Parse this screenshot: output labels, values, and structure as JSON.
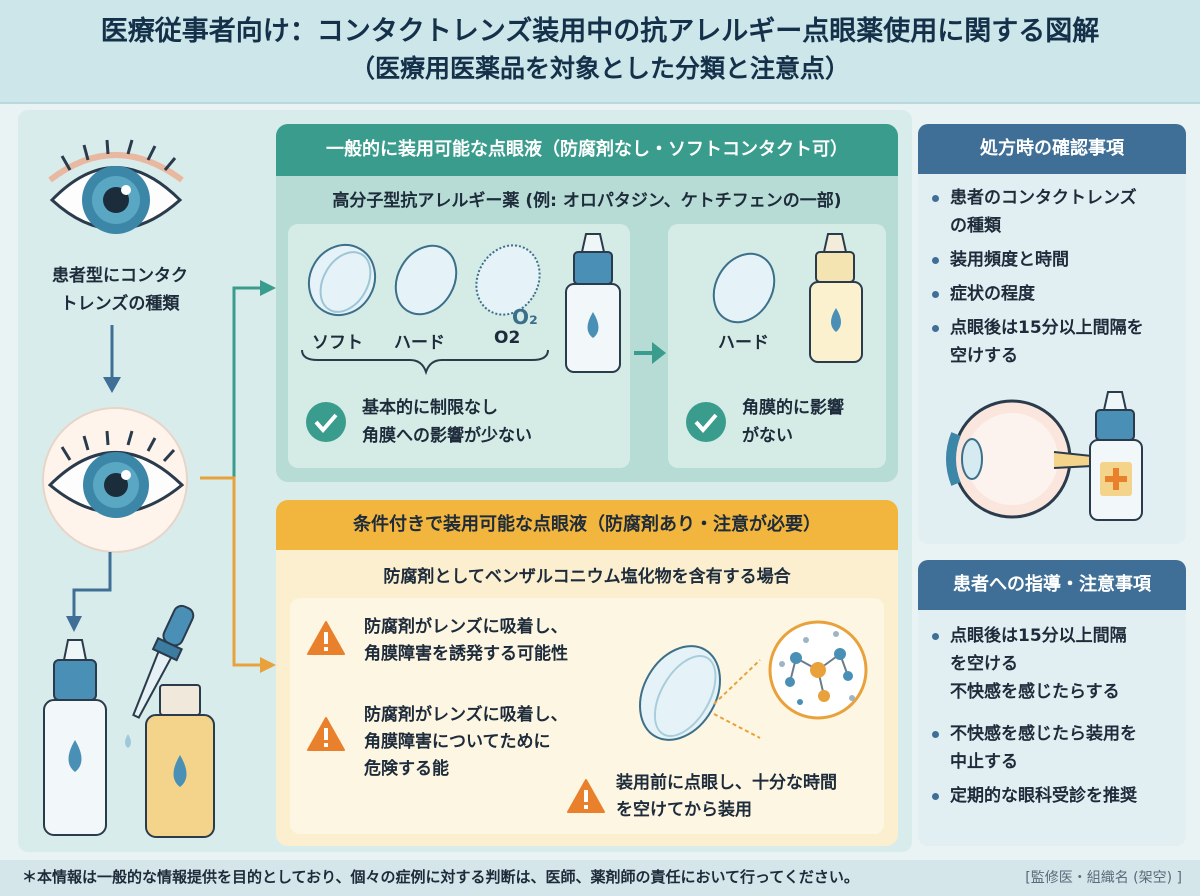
{
  "header": {
    "title": "医療従事者向け：コンタクトレンズ装用中の抗アレルギー点眼薬使用に関する図解",
    "subtitle": "（医療用医薬品を対象とした分類と注意点）"
  },
  "left": {
    "label_line1": "患者型にコンタク",
    "label_line2": "トレンズの種類"
  },
  "green_section": {
    "title": "一般的に装用可能な点眼液（防腐剤なし・ソフトコンタクト可）",
    "subtitle": "高分子型抗アレルギー薬 (例: オロパタジン、ケトチフェンの一部)",
    "lens_soft": "ソフト",
    "lens_hard": "ハード",
    "lens_o2": "O2",
    "o2_mark": "O₂",
    "check1_line1": "基本的に制限なし",
    "check1_line2": "角膜への影響が少ない",
    "lens_hard2": "ハード",
    "check2_line1": "角膜的に影響",
    "check2_line2": "がない"
  },
  "orange_section": {
    "title": "条件付きで装用可能な点眼液（防腐剤あり・注意が必要）",
    "subtitle": "防腐剤としてベンザルコニウム塩化物を含有する場合",
    "warn1_line1": "防腐剤がレンズに吸着し、",
    "warn1_line2": "角膜障害を誘発する可能性",
    "warn2_line1": "防腐剤がレンズに吸着し、",
    "warn2_line2": "角膜障害についてために",
    "warn2_line3": "危険する能",
    "warn3_line1": "装用前に点眼し、十分な時間",
    "warn3_line2": "を空けてから装用"
  },
  "right_top": {
    "title": "処方時の確認事項",
    "items": [
      [
        "患者のコンタクトレンズ",
        "の種類"
      ],
      [
        "装用頻度と時間"
      ],
      [
        "症状の程度"
      ],
      [
        "点眼後は15分以上間隔を",
        "空けする"
      ]
    ]
  },
  "right_bottom": {
    "title": "患者への指導・注意事項",
    "items": [
      [
        "点眼後は15分以上間隔",
        "を空ける",
        "不快感を感じたらする"
      ],
      [
        "不快感を感じたら装用を",
        "中止する"
      ],
      [
        "定期的な眼科受診を推奨"
      ]
    ]
  },
  "footer": {
    "note": "＊本情報は一般的な情報提供を目的としており、個々の症例に対する判断は、医師、薬剤師の責任において行ってください。",
    "supervisor": "[監修医・組織名 (架空) ]"
  },
  "colors": {
    "green": "#3a9c8c",
    "orange": "#f2b53d",
    "navy": "#3f6f96",
    "arrow_teal": "#3a9c8c",
    "arrow_blue": "#3f6f96",
    "arrow_orange": "#e9a23b"
  }
}
